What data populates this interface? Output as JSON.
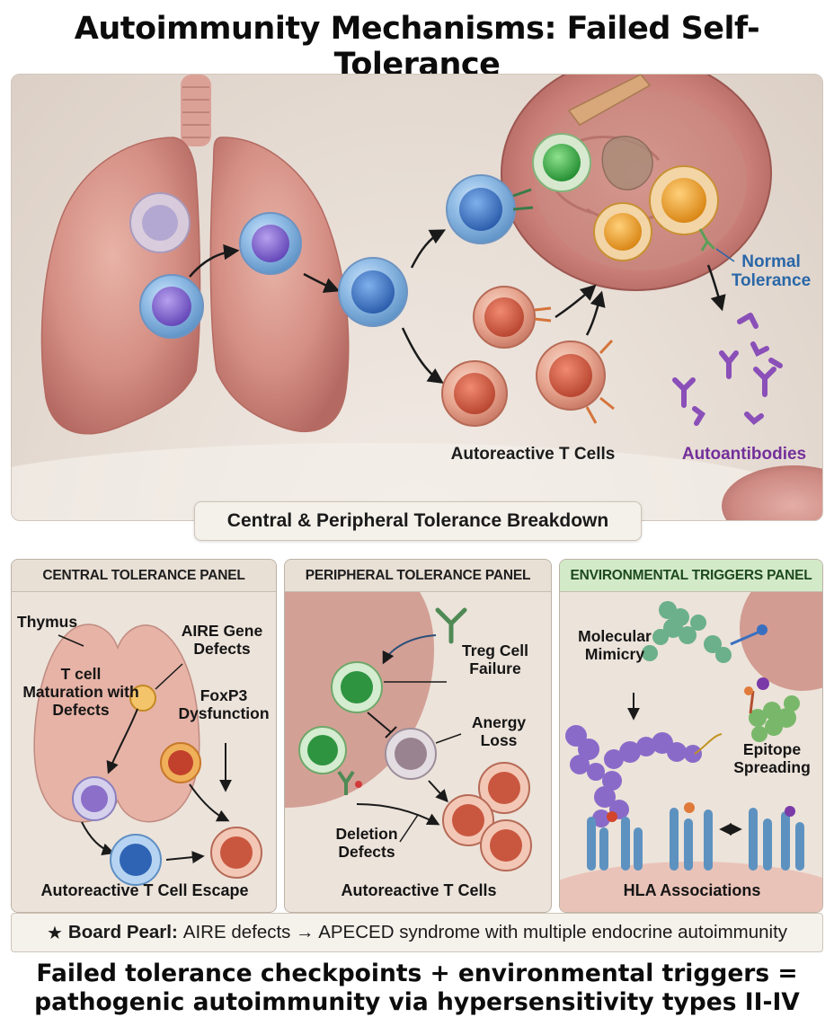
{
  "title": "Autoimmunity Mechanisms: Failed Self-Tolerance",
  "top_panel": {
    "normal_tolerance": "Normal Tolerance",
    "autoreactive_t_cells": "Autoreactive T Cells",
    "autoantibodies": "Autoantibodies",
    "banner": "Central & Peripheral Tolerance Breakdown"
  },
  "central_panel": {
    "heading": "CENTRAL TOLERANCE PANEL",
    "thymus": "Thymus",
    "aire": "AIRE Gene Defects",
    "t_cell_maturation": "T cell Maturation with Defects",
    "foxp3": "FoxP3 Dysfunction",
    "caption": "Autoreactive T Cell Escape"
  },
  "peripheral_panel": {
    "heading": "PERIPHERAL TOLERANCE PANEL",
    "treg": "Treg Cell Failure",
    "anergy": "Anergy Loss",
    "deletion": "Deletion Defects",
    "caption": "Autoreactive T Cells"
  },
  "environmental_panel": {
    "heading": "ENVIRONMENTAL TRIGGERS PANEL",
    "mimicry": "Molecular Mimicry",
    "epitope": "Epitope Spreading",
    "caption": "HLA Associations"
  },
  "board_pearl": {
    "star": "★",
    "label": "Board Pearl:",
    "text": "AIRE defects → APECED syndrome with multiple endocrine autoimmunity"
  },
  "footer": {
    "line1": "Failed tolerance checkpoints + environmental triggers =",
    "line2": "pathogenic autoimmunity via hypersensitivity types II-IV"
  }
}
